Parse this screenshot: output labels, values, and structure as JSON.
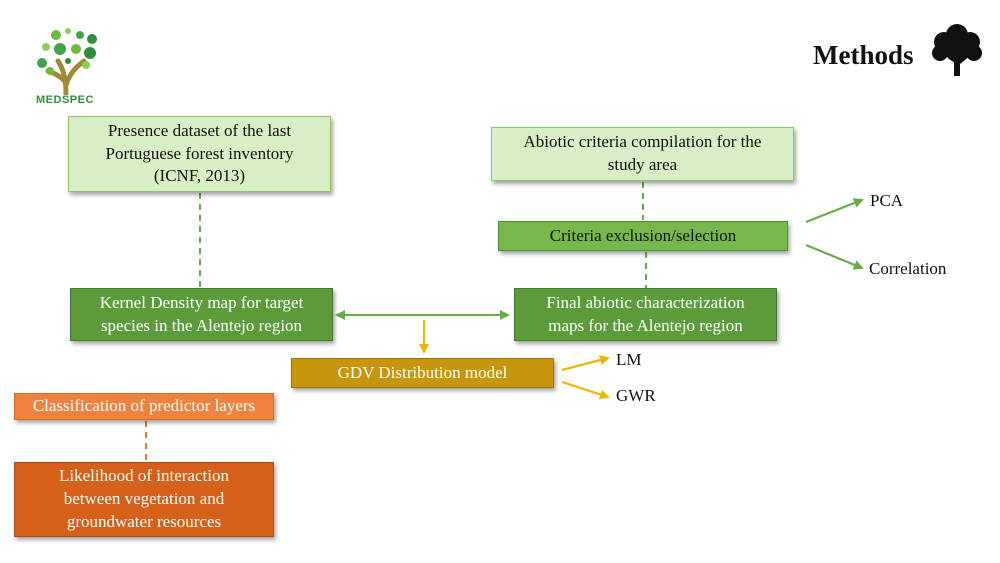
{
  "logo": {
    "text": "MEDSPEC",
    "icon": "tree-logo-icon"
  },
  "header": {
    "title": "Methods",
    "icon": "tree-icon"
  },
  "boxes": {
    "presence": "Presence dataset of the last\nPortuguese forest inventory\n(ICNF, 2013)",
    "abiotic": "Abiotic criteria compilation for the\nstudy area",
    "criteria": "Criteria exclusion/selection",
    "kernel": "Kernel Density map for target\nspecies in the Alentejo region",
    "final": "Final abiotic characterization\nmaps for the Alentejo region",
    "gdv": "GDV Distribution model",
    "classification": "Classification of predictor layers",
    "likelihood": "Likelihood of interaction\nbetween vegetation and\ngroundwater resources"
  },
  "outputs": {
    "pca": "PCA",
    "correlation": "Correlation",
    "lm": "LM",
    "gwr": "GWR"
  },
  "colors": {
    "green_line": "#6aab47",
    "gold_line": "#e6b800",
    "orange_line": "#e07a35"
  }
}
